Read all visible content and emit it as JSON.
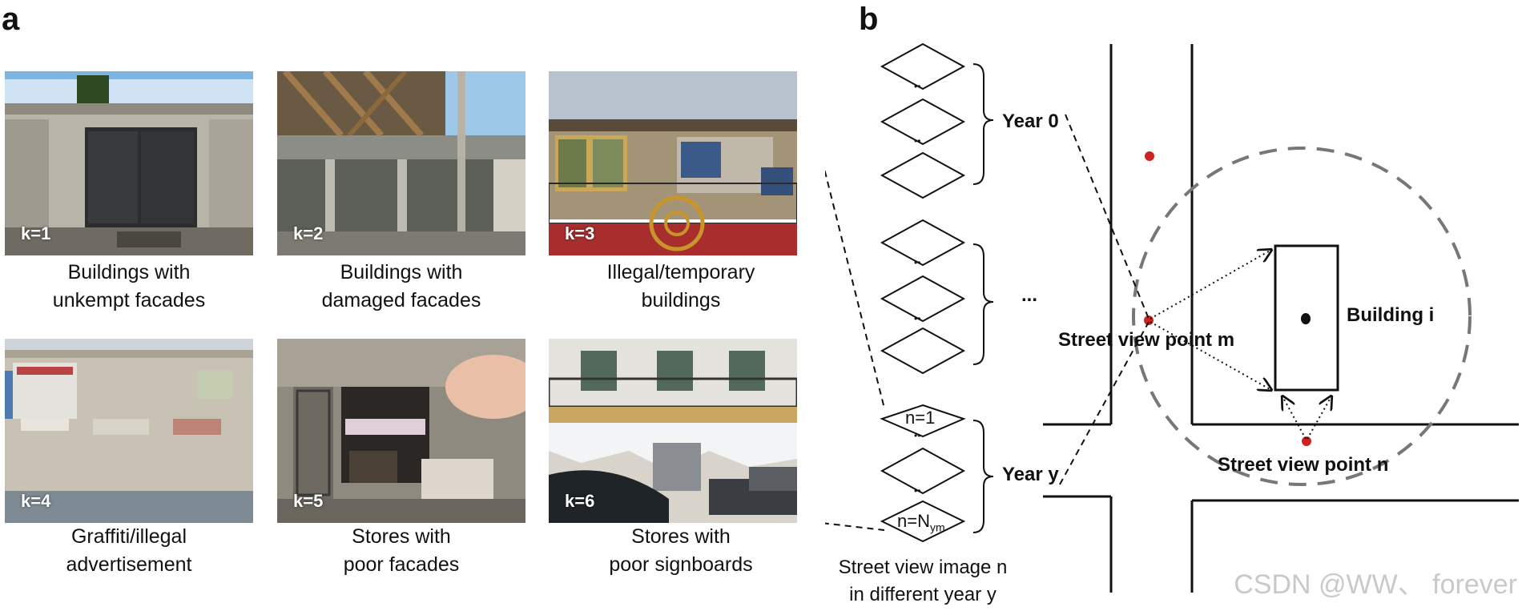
{
  "panel_a": {
    "letter": "a",
    "images": [
      {
        "k": "k=1",
        "caption": [
          "Buildings with",
          "unkempt facades"
        ]
      },
      {
        "k": "k=2",
        "caption": [
          "Buildings with",
          "damaged facades"
        ]
      },
      {
        "k": "k=3",
        "caption": [
          "Illegal/temporary",
          "buildings"
        ]
      },
      {
        "k": "k=4",
        "caption": [
          "Graffiti/illegal",
          "advertisement"
        ]
      },
      {
        "k": "k=5",
        "caption": [
          "Stores with",
          "poor facades"
        ]
      },
      {
        "k": "k=6",
        "caption": [
          "Stores with",
          "poor signboards"
        ]
      }
    ]
  },
  "panel_b": {
    "letter": "b",
    "year0": "Year 0",
    "yeary": "Year y",
    "ellipsis": "...",
    "dots": "••",
    "n1": "n=1",
    "nym_base": "n=N",
    "nym_sub": "ym",
    "image_caption": [
      "Street view image n",
      "in different year y"
    ],
    "street_point_m": "Street view point m",
    "street_point_n": "Street view point n",
    "building": "Building i"
  },
  "watermark": "CSDN @WW、 forever",
  "colors": {
    "street_point": "#cc2222",
    "circle": "#777777"
  }
}
